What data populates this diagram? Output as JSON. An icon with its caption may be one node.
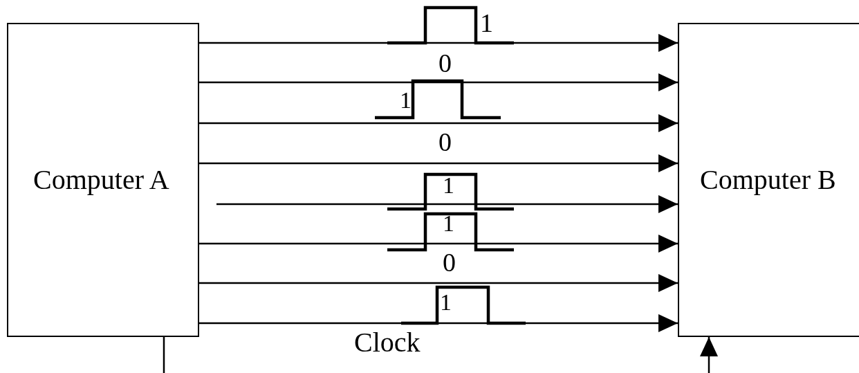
{
  "diagram": {
    "nodes": [
      {
        "text": [
          "Computer A"
        ]
      },
      {
        "text": [
          "Computer B"
        ]
      }
    ],
    "edges": [
      {
        "from": 0,
        "to": 1,
        "arrow": "to"
      },
      {
        "from": 0,
        "to": 1,
        "arrow": "to"
      },
      {
        "from": 0,
        "to": 1,
        "arrow": "to"
      },
      {
        "from": 0,
        "to": 1,
        "arrow": "to"
      },
      {
        "from": null,
        "to": 1,
        "arrow": "to"
      },
      {
        "from": 0,
        "to": 1,
        "arrow": "to"
      },
      {
        "from": 0,
        "to": 1,
        "arrow": "to"
      },
      {
        "from": 0,
        "to": 1,
        "arrow": "to"
      },
      {
        "from": 0,
        "to": null,
        "arrow": "none"
      },
      {
        "from": null,
        "to": 1,
        "arrow": "to"
      }
    ],
    "labels": [
      "1",
      "0",
      "1",
      "0",
      "1",
      "1",
      "0",
      "1",
      "Clock"
    ]
  }
}
